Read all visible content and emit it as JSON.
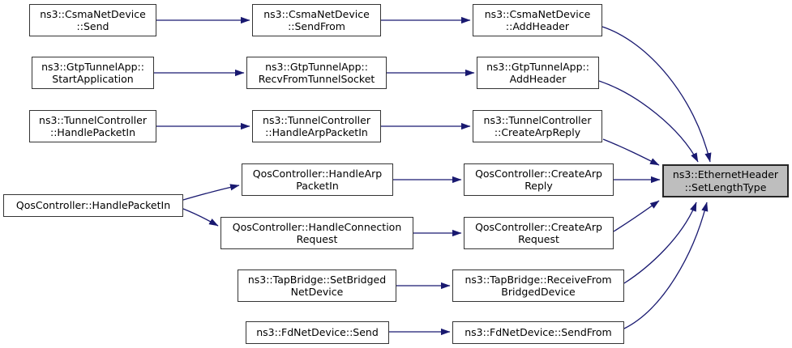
{
  "diagram": {
    "type": "call-graph",
    "colors": {
      "edge": "#191970",
      "node_border": "#343434",
      "node_fill": "#ffffff",
      "target_fill": "#bebebe",
      "text": "#000000",
      "background": "#ffffff"
    },
    "nodes": {
      "csma_send": {
        "line1": "ns3::CsmaNetDevice",
        "line2": "::Send"
      },
      "csma_sendfrom": {
        "line1": "ns3::CsmaNetDevice",
        "line2": "::SendFrom"
      },
      "csma_addheader": {
        "line1": "ns3::CsmaNetDevice",
        "line2": "::AddHeader"
      },
      "gtp_start": {
        "line1": "ns3::GtpTunnelApp::",
        "line2": "StartApplication"
      },
      "gtp_recv": {
        "line1": "ns3::GtpTunnelApp::",
        "line2": "RecvFromTunnelSocket"
      },
      "gtp_addheader": {
        "line1": "ns3::GtpTunnelApp::",
        "line2": "AddHeader"
      },
      "tunnel_hpi": {
        "line1": "ns3::TunnelController",
        "line2": "::HandlePacketIn"
      },
      "tunnel_hapi": {
        "line1": "ns3::TunnelController",
        "line2": "::HandleArpPacketIn"
      },
      "tunnel_car": {
        "line1": "ns3::TunnelController",
        "line2": "::CreateArpReply"
      },
      "qos_hapi": {
        "line1": "QosController::HandleArp",
        "line2": "PacketIn"
      },
      "qos_carep": {
        "line1": "QosController::CreateArp",
        "line2": "Reply"
      },
      "qos_hpi": {
        "line1": "QosController::HandlePacketIn"
      },
      "qos_hcr": {
        "line1": "QosController::HandleConnection",
        "line2": "Request"
      },
      "qos_careq": {
        "line1": "QosController::CreateArp",
        "line2": "Request"
      },
      "tap_sbnd": {
        "line1": "ns3::TapBridge::SetBridged",
        "line2": "NetDevice"
      },
      "tap_rfbd": {
        "line1": "ns3::TapBridge::ReceiveFrom",
        "line2": "BridgedDevice"
      },
      "fd_send": {
        "line1": "ns3::FdNetDevice::Send"
      },
      "fd_sendfrom": {
        "line1": "ns3::FdNetDevice::SendFrom"
      },
      "target": {
        "line1": "ns3::EthernetHeader",
        "line2": "::SetLengthType"
      }
    },
    "edges": [
      {
        "from": "ns3::CsmaNetDevice::Send",
        "to": "ns3::CsmaNetDevice::SendFrom"
      },
      {
        "from": "ns3::CsmaNetDevice::SendFrom",
        "to": "ns3::CsmaNetDevice::AddHeader"
      },
      {
        "from": "ns3::CsmaNetDevice::AddHeader",
        "to": "ns3::EthernetHeader::SetLengthType"
      },
      {
        "from": "ns3::GtpTunnelApp::StartApplication",
        "to": "ns3::GtpTunnelApp::RecvFromTunnelSocket"
      },
      {
        "from": "ns3::GtpTunnelApp::RecvFromTunnelSocket",
        "to": "ns3::GtpTunnelApp::AddHeader"
      },
      {
        "from": "ns3::GtpTunnelApp::AddHeader",
        "to": "ns3::EthernetHeader::SetLengthType"
      },
      {
        "from": "ns3::TunnelController::HandlePacketIn",
        "to": "ns3::TunnelController::HandleArpPacketIn"
      },
      {
        "from": "ns3::TunnelController::HandleArpPacketIn",
        "to": "ns3::TunnelController::CreateArpReply"
      },
      {
        "from": "ns3::TunnelController::CreateArpReply",
        "to": "ns3::EthernetHeader::SetLengthType"
      },
      {
        "from": "QosController::HandlePacketIn",
        "to": "QosController::HandleArpPacketIn"
      },
      {
        "from": "QosController::HandlePacketIn",
        "to": "QosController::HandleConnectionRequest"
      },
      {
        "from": "QosController::HandleArpPacketIn",
        "to": "QosController::CreateArpReply"
      },
      {
        "from": "QosController::CreateArpReply",
        "to": "ns3::EthernetHeader::SetLengthType"
      },
      {
        "from": "QosController::HandleConnectionRequest",
        "to": "QosController::CreateArpRequest"
      },
      {
        "from": "QosController::CreateArpRequest",
        "to": "ns3::EthernetHeader::SetLengthType"
      },
      {
        "from": "ns3::TapBridge::SetBridgedNetDevice",
        "to": "ns3::TapBridge::ReceiveFromBridgedDevice"
      },
      {
        "from": "ns3::TapBridge::ReceiveFromBridgedDevice",
        "to": "ns3::EthernetHeader::SetLengthType"
      },
      {
        "from": "ns3::FdNetDevice::Send",
        "to": "ns3::FdNetDevice::SendFrom"
      },
      {
        "from": "ns3::FdNetDevice::SendFrom",
        "to": "ns3::EthernetHeader::SetLengthType"
      }
    ]
  }
}
